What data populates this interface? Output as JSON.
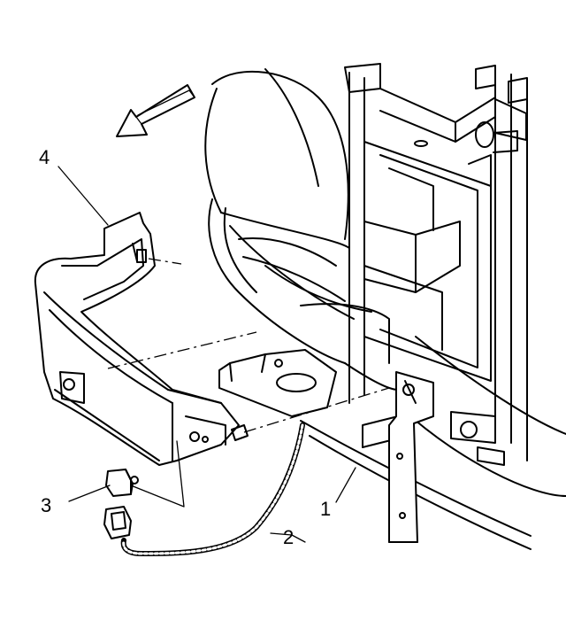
{
  "callouts": {
    "c1": "1",
    "c2": "2",
    "c3": "3",
    "c4": "4"
  },
  "icons": {
    "direction_arrow": "forward-arrow-icon"
  }
}
